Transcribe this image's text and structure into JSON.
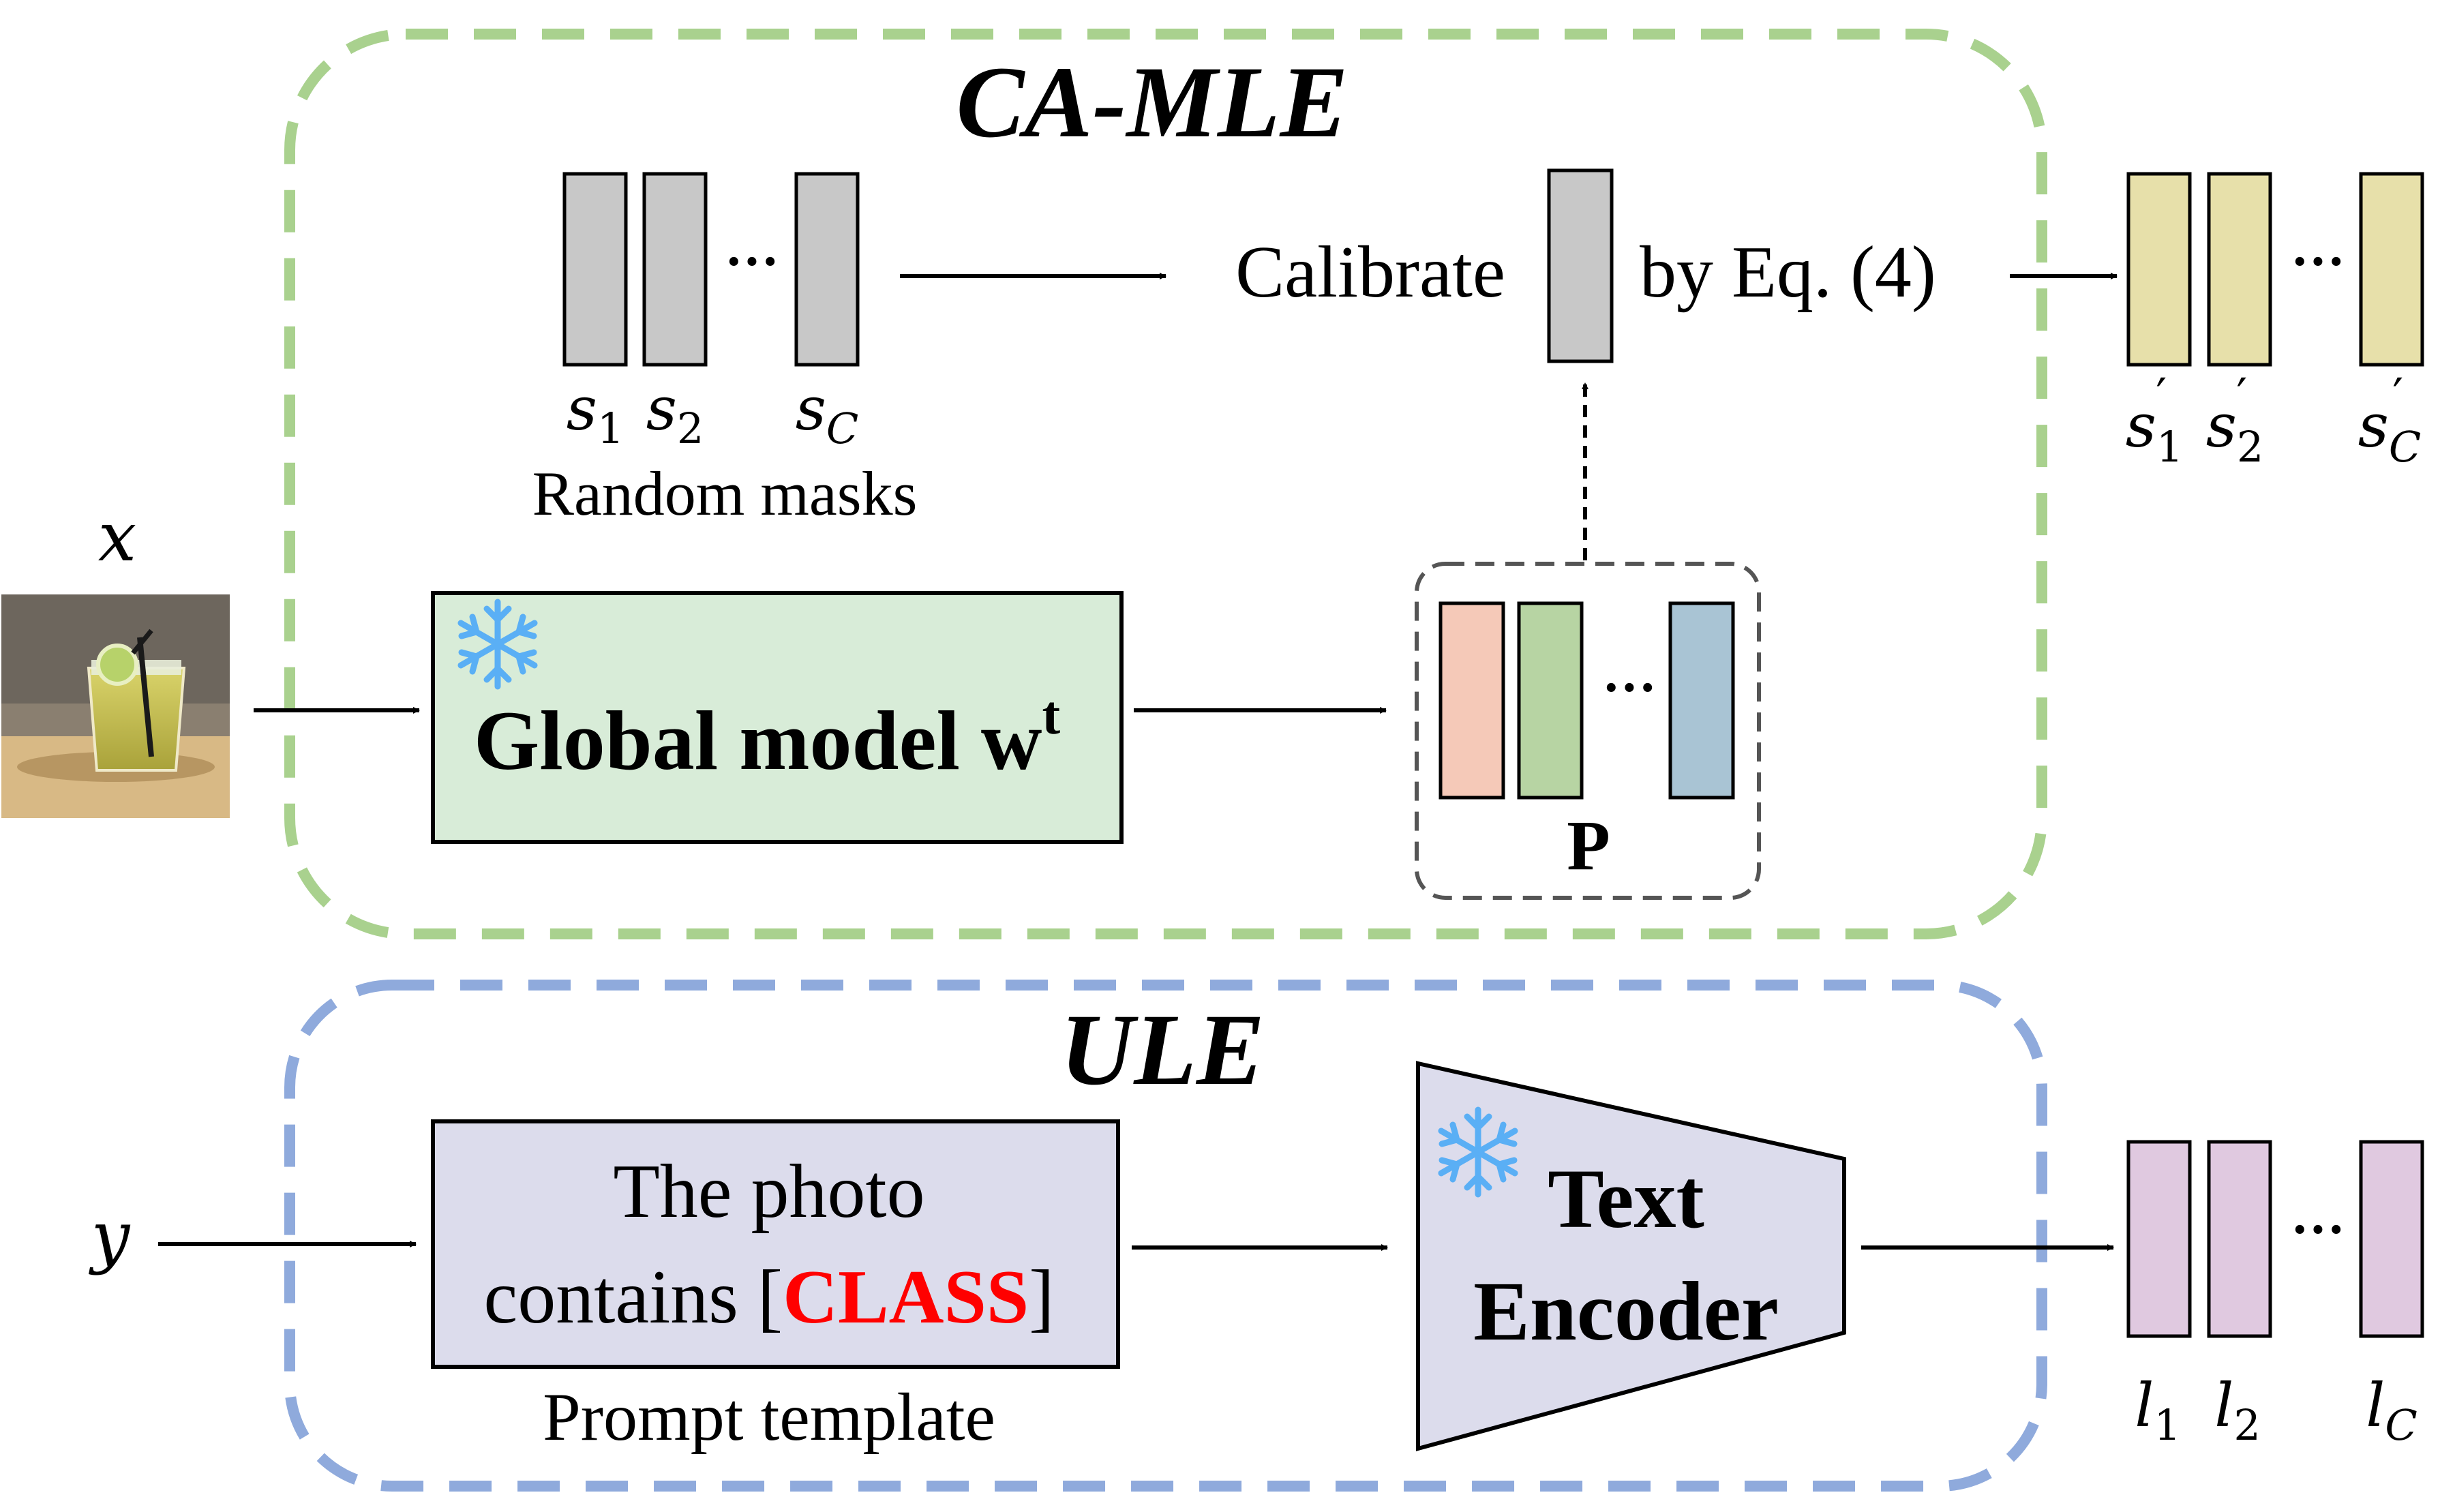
{
  "camle": {
    "title": "CA-MLE",
    "calibrate_label": "Calibrate",
    "by_eq_label": "by Eq. (4)",
    "random_masks_label": "Random masks",
    "mask_labels": [
      {
        "base": "s",
        "sub": "1"
      },
      {
        "base": "s",
        "sub": "2"
      },
      {
        "base": "s",
        "sub": "C"
      }
    ],
    "calibrated_labels": [
      {
        "base": "s",
        "sub": "1",
        "prime": "′"
      },
      {
        "base": "s",
        "sub": "2",
        "prime": "′"
      },
      {
        "base": "s",
        "sub": "C",
        "prime": "′"
      }
    ],
    "global_model_label": "Global model w",
    "global_model_sup": "t",
    "p_label": "P"
  },
  "ule": {
    "title": "ULE",
    "prompt_line1": "The photo",
    "prompt_line2_prefix": "contains [",
    "prompt_class": "CLASS",
    "prompt_line2_suffix": "]",
    "prompt_template_label": "Prompt template",
    "encoder_line1": "Text",
    "encoder_line2": "Encoder",
    "output_labels": [
      {
        "base": "l",
        "sub": "1"
      },
      {
        "base": "l",
        "sub": "2"
      },
      {
        "base": "l",
        "sub": "C"
      }
    ]
  },
  "inputs": {
    "x_label": "x",
    "y_label": "y"
  },
  "ellipsis": "···",
  "colors": {
    "green_dash": "#a9d18e",
    "blue_dash": "#8faadc",
    "gray_bar": "#c8c8c8",
    "yellow_bar": "#e7e0aa",
    "pink_bar": "#e0c9e0",
    "p_red": "#f5c9b8",
    "p_green": "#b7d4a3",
    "p_blue": "#a9c4d4",
    "global_box": "#d8ecd8",
    "prompt_box": "#dcdcec",
    "encoder_fill": "#dcdcec",
    "class_red": "#ff0000",
    "snowflake": "#5aaff5"
  },
  "icons": [
    "snowflake-icon",
    "cocktail-photo"
  ]
}
